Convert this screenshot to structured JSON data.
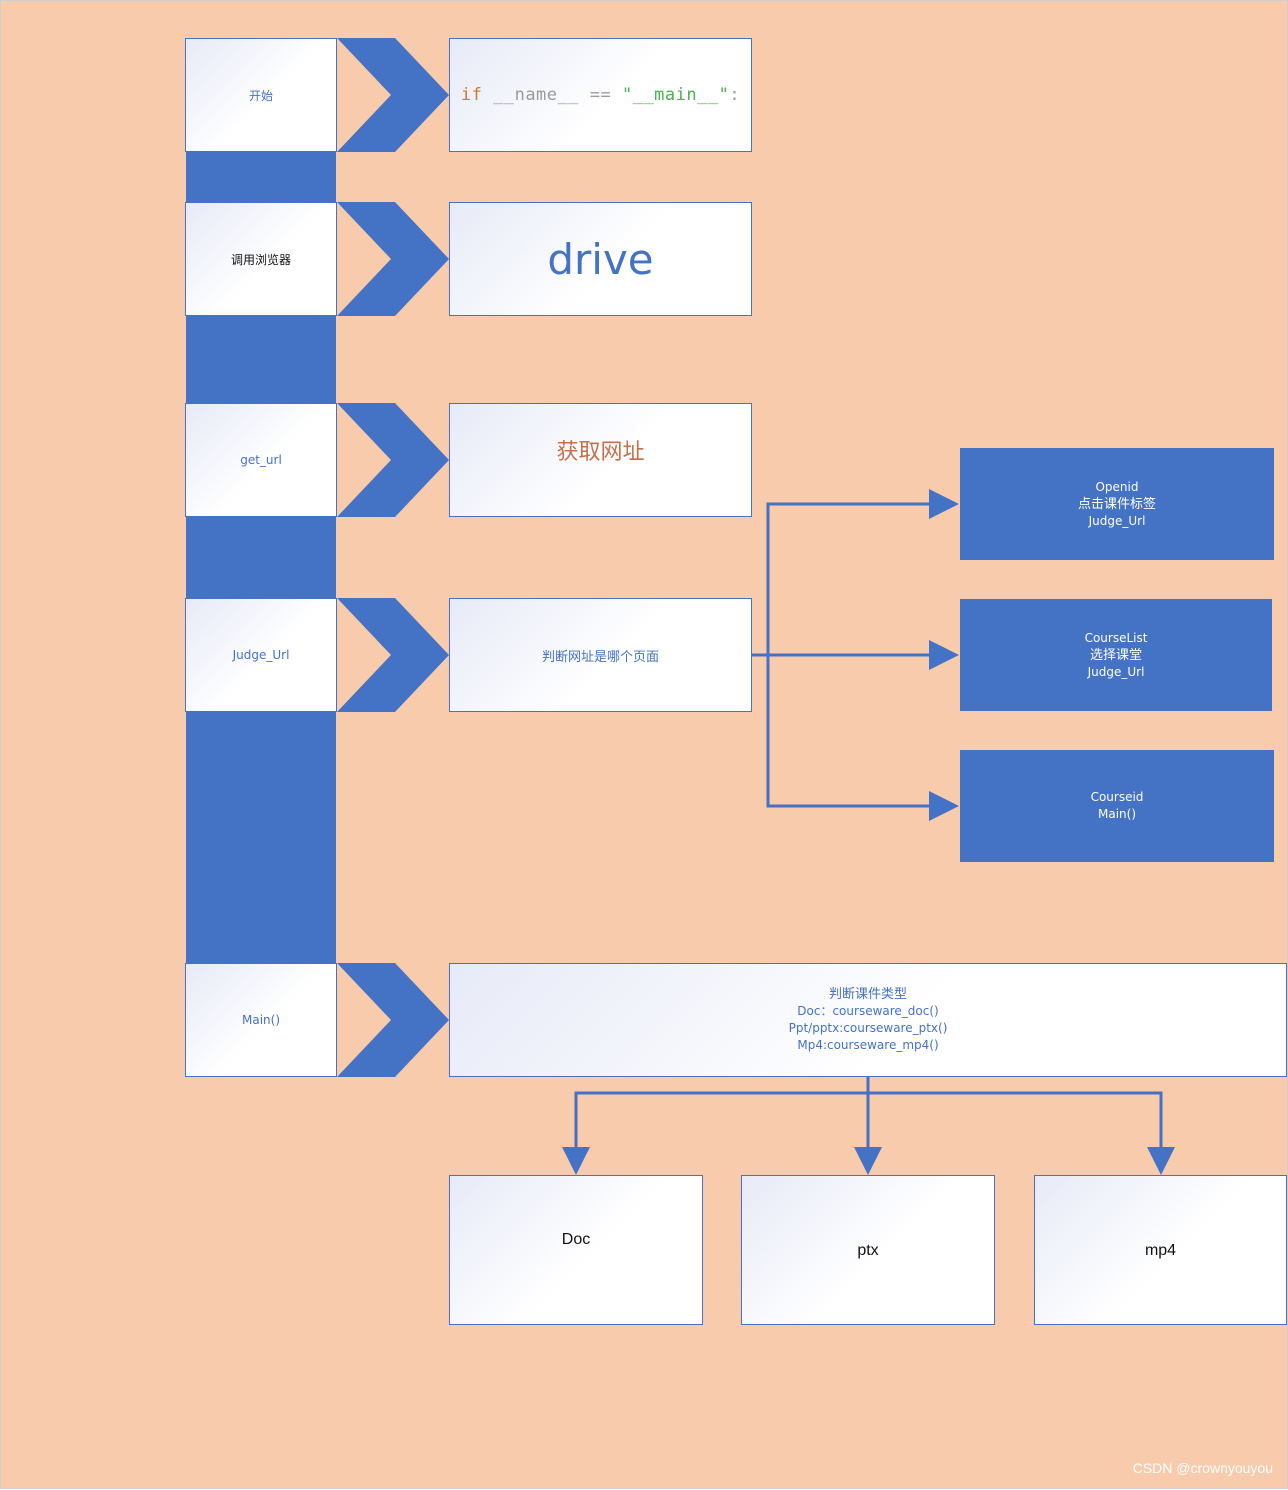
{
  "steps": [
    {
      "label": "开始",
      "detail_parts": [
        "if",
        " __name__ ",
        "== ",
        "\"",
        "__main__",
        "\"",
        ":"
      ]
    },
    {
      "label": "调用浏览器",
      "detail": "drive"
    },
    {
      "label": "get_url",
      "detail": "获取网址"
    },
    {
      "label": "Judge_Url",
      "detail": "判断网址是哪个页面"
    },
    {
      "label": "Main()",
      "detail_lines": [
        "判断课件类型",
        "Doc：courseware_doc()",
        "Ppt/pptx:courseware_ptx()",
        "Mp4:courseware_mp4()"
      ]
    }
  ],
  "branches": [
    {
      "lines": [
        "Openid",
        "点击课件标签",
        "Judge_Url"
      ]
    },
    {
      "lines": [
        "CourseList",
        "选择课堂",
        "Judge_Url"
      ]
    },
    {
      "lines": [
        "Courseid",
        "Main()"
      ]
    }
  ],
  "outputs": [
    "Doc",
    "ptx",
    "mp4"
  ],
  "watermark": "CSDN @crownyouyou",
  "colors": {
    "background": "#F8CBAD",
    "accent": "#4472C4"
  }
}
